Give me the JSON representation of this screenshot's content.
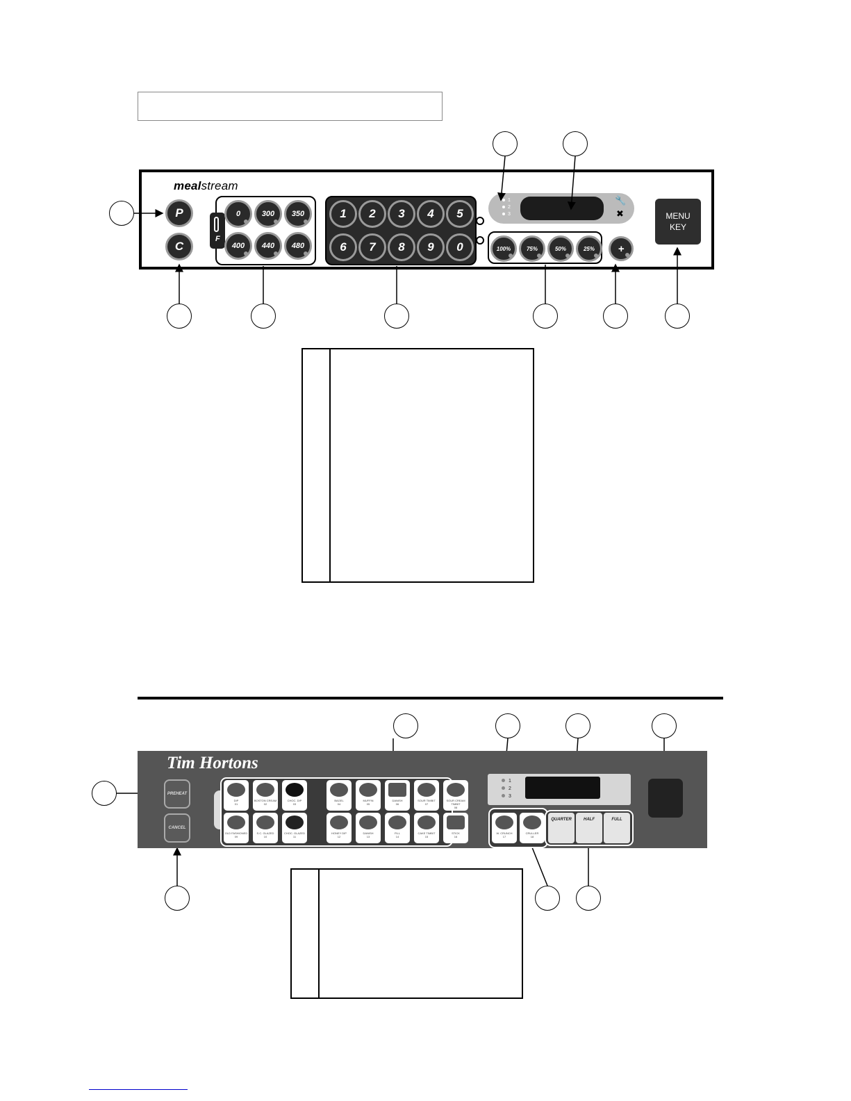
{
  "panel1": {
    "brand": {
      "bold": "meal",
      "rest": "stream"
    },
    "left_buttons": [
      "P",
      "C"
    ],
    "temp_buttons": [
      "0",
      "300",
      "350",
      "400",
      "440",
      "480"
    ],
    "temp_unit": "F",
    "number_buttons": [
      "1",
      "2",
      "3",
      "4",
      "5",
      "6",
      "7",
      "8",
      "9",
      "0"
    ],
    "power_buttons": [
      "100%",
      "75%",
      "50%",
      "25%"
    ],
    "plus_button": "+",
    "indicators": [
      "1",
      "2",
      "3"
    ],
    "menu_key": [
      "MENU",
      "KEY"
    ]
  },
  "panel2": {
    "brand": "Tim Hortons",
    "left_buttons": [
      "PREHEAT",
      "CANCEL"
    ],
    "menu_items": [
      {
        "name": "DIP",
        "num": "01"
      },
      {
        "name": "BOSTON CREAM",
        "num": "02"
      },
      {
        "name": "CHOC. DIP",
        "num": "03"
      },
      {
        "name": "BAGEL",
        "num": "04"
      },
      {
        "name": "MUFFIN",
        "num": "05"
      },
      {
        "name": "DANISH",
        "num": "06"
      },
      {
        "name": "SOUR TIMBIT",
        "num": "07"
      },
      {
        "name": "SOUR CREAM TIMBIT",
        "num": "08"
      },
      {
        "name": "OLD FASHIONED",
        "num": "09"
      },
      {
        "name": "S.C. GLAZED",
        "num": "10"
      },
      {
        "name": "CHOC. GLAZED",
        "num": "11"
      },
      {
        "name": "HONEY DIP",
        "num": "12"
      },
      {
        "name": "DANISH",
        "num": "13"
      },
      {
        "name": "FILL",
        "num": "14"
      },
      {
        "name": "CAKE TIMBIT",
        "num": "15"
      },
      {
        "name": "STICK",
        "num": "16"
      },
      {
        "name": "W. CRUNCH",
        "num": "17"
      },
      {
        "name": "CRULLER",
        "num": "18"
      }
    ],
    "size_buttons": [
      "QUARTER",
      "HALF",
      "FULL"
    ],
    "indicators": [
      "1",
      "2",
      "3"
    ]
  }
}
